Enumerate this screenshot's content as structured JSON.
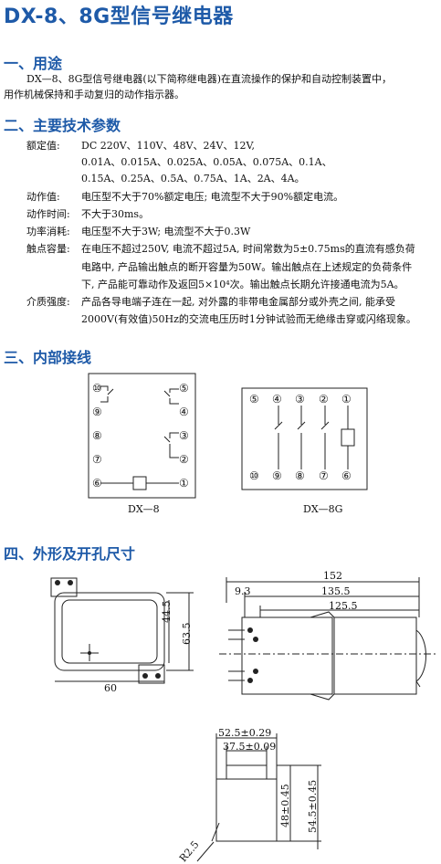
{
  "title": "DX-8、8G型信号继电器",
  "sections": {
    "s1": "一、用途",
    "s2": "二、主要技术参数",
    "s3": "三、内部接线",
    "s4": "四、外形及开孔尺寸"
  },
  "purpose": {
    "line1": "DX—8、8G型信号继电器(以下简称继电器)在直流操作的保护和自动控制装置中，",
    "line2": "用作机械保持和手动复归的动作指示器。"
  },
  "params": {
    "rated_label": "额定值:",
    "rated_1": "DC   220V、110V、48V、24V、12V,",
    "rated_2": "0.01A、0.015A、0.025A、0.05A、0.075A、0.1A、",
    "rated_3": "0.15A、0.25A、0.5A、0.75A、1A、2A、4A。",
    "action_label": "动作值:",
    "action_val": "电压型不大于70%额定电压;  电流型不大于90%额定电流。",
    "time_label": "动作时间:",
    "time_val": "不大于30ms。",
    "power_label": "功率消耗:",
    "power_val": "电压型不大于3W;  电流型不大于0.3W",
    "contact_label": "触点容量:",
    "contact_1": "在电压不超过250V, 电流不超过5A, 时间常数为5±0.75ms的直流有感负荷",
    "contact_2": "电路中, 产品输出触点的断开容量为50W。输出触点在上述规定的负荷条件",
    "contact_3": "下, 产品能可靠动作及返回5×10⁴次。输出触点长期允许接通电流为5A。",
    "dielectric_label": "介质强度:",
    "dielectric_1": "产品各导电端子连在一起, 对外露的非带电金属部分或外壳之间, 能承受",
    "dielectric_2": "2000V(有效值)50Hz的交流电压历时1分钟试验而无绝缘击穿或闪络现象。"
  },
  "wiring": {
    "left_caption": "DX—8",
    "right_caption": "DX—8G",
    "left_terminals": [
      "⑩",
      "⑨",
      "⑧",
      "⑦",
      "⑥"
    ],
    "right_terminals": [
      "⑤",
      "④",
      "③",
      "②",
      "①"
    ],
    "top_row": [
      "⑤",
      "④",
      "③",
      "②",
      "①"
    ],
    "bottom_row": [
      "⑩",
      "⑨",
      "⑧",
      "⑦",
      "⑥"
    ]
  },
  "dims": {
    "d152": "152",
    "d135": "135.5",
    "d125": "125.5",
    "d93": "9.3",
    "d44": "44.5",
    "d63": "63.5",
    "d60": "60",
    "d52": "52.5±0.29",
    "d37": "37.5±0.09",
    "d48": "48±0.45",
    "d54": "54.5±0.45",
    "dR": "R2.5"
  }
}
